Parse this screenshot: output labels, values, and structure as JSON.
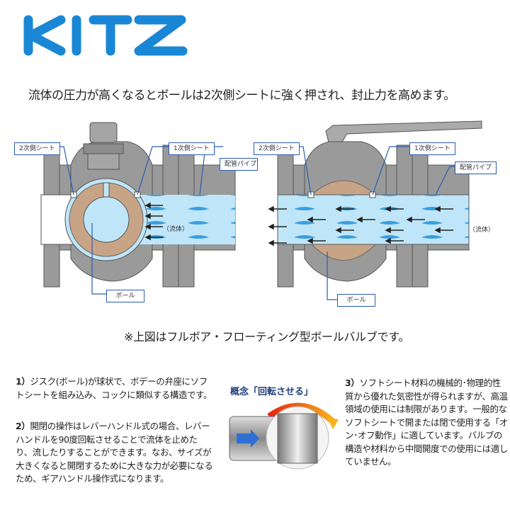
{
  "logo": {
    "text": "KITZ",
    "color": "#1a87d6"
  },
  "headline": "流体の圧力が高くなるとボールは2次側シートに強く押され、封止力を高めます。",
  "diagrams": [
    {
      "state": "closed",
      "labels": {
        "secondary_seat": "2次側シート",
        "primary_seat": "1次側シート",
        "pipe": "配管パイプ",
        "fluid": "（流体）",
        "ball": "ボール"
      }
    },
    {
      "state": "open",
      "labels": {
        "secondary_seat": "2次側シート",
        "primary_seat": "1次側シート",
        "pipe": "配管パイプ",
        "fluid": "（流体）",
        "ball": "ボール"
      }
    }
  ],
  "colors": {
    "body": "#9a9a9a",
    "body_outline": "#555555",
    "ball": "#c8a486",
    "fluid": "#bfe6f8",
    "fluid_wave": "#3a9ede",
    "leader": "#2a5db0"
  },
  "note": "※上図はフルボア・フローティング型ボールバルブです。",
  "paragraphs": {
    "p1_num": "1）",
    "p1": "ジスク(ボール)が球状で、ボデーの弁座にソフトシートを組み込み、コックに類似する構造です。",
    "p2_num": "2）",
    "p2": "開閉の操作はレバーハンドル式の場合、レバーハンドルを90度回転させることで流体を止めたり、流したりすることができます。なお、サイズが大きくなると開閉するために大きな力が必要になるため、ギアハンドル操作式になります。",
    "p3_num": "3）",
    "p3": "ソフトシート材料の機械的･物理的性質から優れた気密性が得られますが、高温領域の使用には制限があります。一般的なソフトシートで開または閉で使用する「オン･オフ動作」に適しています。バルブの構造や材料から中間開度での使用には適していません。"
  },
  "concept": {
    "title": "概念「回転させる」"
  }
}
